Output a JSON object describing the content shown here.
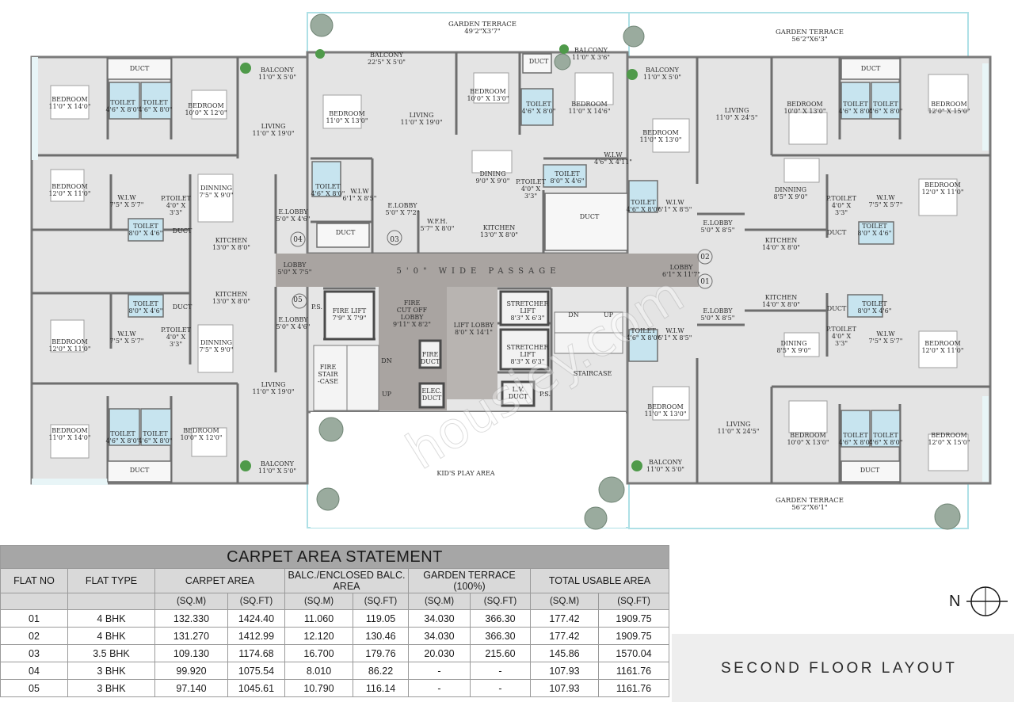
{
  "plan": {
    "rooms": {
      "duct_a": "DUCT",
      "bedroom_a": [
        "BEDROOM",
        "11'0\" X 14'0\""
      ],
      "toilet_a1": [
        "TOILET",
        "4'6\" X 8'0\""
      ],
      "toilet_a2": [
        "TOILET",
        "4'6\" X 8'0\""
      ],
      "bedroom_b": [
        "BEDROOM",
        "10'0\" X 12'0\""
      ],
      "balcony_a": [
        "BALCONY",
        "11'0\" X 5'0\""
      ],
      "living_a": [
        "LIVING",
        "11'0\" X 19'0\""
      ],
      "bedroom_c": [
        "BEDROOM",
        "12'0\" X 11'0\""
      ],
      "wiw_a": [
        "W.I.W",
        "7'5\" X 5'7\""
      ],
      "ptoilet_a": [
        "P.TOILET",
        "4'0\" X",
        "3'3\""
      ],
      "dining_a": [
        "DINNING",
        "7'5\" X 9'0\""
      ],
      "toilet_a3": [
        "TOILET",
        "8'0\" X 4'6\""
      ],
      "duct_a2": "DUCT",
      "kitchen_a": [
        "KITCHEN",
        "13'0\" X 8'0\""
      ],
      "elobby_a": [
        "E.LOBBY",
        "5'0\" X 4'6\""
      ],
      "num_04": "04",
      "lobby_a": [
        "LOBBY",
        "5'0\" X 7'5\""
      ],
      "kitchen_b": [
        "KITCHEN",
        "13'0\" X 8'0\""
      ],
      "num_05": "05",
      "elobby_b": [
        "E.LOBBY",
        "5'0\" X 4'6\""
      ],
      "toilet_b3": [
        "TOILET",
        "8'0\" X 4'6\""
      ],
      "duct_b2": "DUCT",
      "bedroom_d": [
        "BEDROOM",
        "12'0\" X 11'0\""
      ],
      "wiw_b": [
        "W.I.W",
        "7'5\" X 5'7\""
      ],
      "ptoilet_b": [
        "P.TOILET",
        "4'0\" X",
        "3'3\""
      ],
      "dining_b": [
        "DINNING",
        "7'5\" X 9'0\""
      ],
      "living_b": [
        "LIVING",
        "11'0\" X 19'0\""
      ],
      "bedroom_e": [
        "BEDROOM",
        "11'0\" X 14'0\""
      ],
      "toilet_b1": [
        "TOILET",
        "4'6\" X 8'0\""
      ],
      "toilet_b2": [
        "TOILET",
        "4'6\" X 8'0\""
      ],
      "bedroom_f": [
        "BEDROOM",
        "10'0\" X 12'0\""
      ],
      "balcony_b": [
        "BALCONY",
        "11'0\" X 5'0\""
      ],
      "duct_b": "DUCT",
      "garden_top_c": [
        "GARDEN TERRACE",
        "49'2\"X3'7\""
      ],
      "balcony_c": [
        "BALCONY",
        "22'5\" X 5'0\""
      ],
      "bedroom_g": [
        "BEDROOM",
        "11'0\" X 13'0\""
      ],
      "living_c": [
        "LIVING",
        "11'0\" X 19'0\""
      ],
      "bedroom_h": [
        "BEDROOM",
        "10'0\" X 13'0\""
      ],
      "duct_c": "DUCT",
      "toilet_c1": [
        "TOILET",
        "4'6\" X 8'0\""
      ],
      "balcony_d": [
        "BALCONY",
        "11'0\" X 3'6\""
      ],
      "bedroom_i": [
        "BEDROOM",
        "11'0\" X 14'6\""
      ],
      "wiw_c": [
        "W.I.W",
        "4'6\" X 4'11\""
      ],
      "toilet_c2": [
        "TOILET",
        "4'6\" X 8'0\""
      ],
      "wiw_d": [
        "W.I.W",
        "6'1\" X 8'5\""
      ],
      "elobby_c": [
        "E.LOBBY",
        "5'0\" X 7'2\""
      ],
      "wfh": [
        "W.F.H.",
        "5'7\" X 8'0\""
      ],
      "dining_c": [
        "DINING",
        "9'0\" X 9'0\""
      ],
      "ptoilet_c": [
        "P.TOILET",
        "4'0\" X",
        "3'3\""
      ],
      "toilet_c3": [
        "TOILET",
        "8'0\" X 4'6\""
      ],
      "kitchen_c": [
        "KITCHEN",
        "13'0\" X 8'0\""
      ],
      "duct_c2": "DUCT",
      "duct_c3": "DUCT",
      "num_03": "03",
      "passage": "5'0\" WIDE PASSAGE",
      "fire_lift": [
        "FIRE LIFT",
        "7'9\" X 7'9\""
      ],
      "fire_cutoff": [
        "FIRE",
        "CUT OFF",
        "LOBBY",
        "9'11\" X 8'2\""
      ],
      "ps_a": "P.S.",
      "lift_lobby": [
        "LIFT LOBBY",
        "8'0\" X 14'1\""
      ],
      "stretcher_1": [
        "STRETCHER",
        "LIFT",
        "8'3\" X 6'3\""
      ],
      "stretcher_2": [
        "STRETCHER",
        "LIFT",
        "8'3\" X 6'3\""
      ],
      "fire_stair": [
        "FIRE",
        "STAIR",
        "-CASE"
      ],
      "dn_a": "DN",
      "up_a": "UP",
      "fire_duct": [
        "FIRE",
        "DUCT"
      ],
      "elec_duct": [
        "ELEC.",
        "DUCT"
      ],
      "lv_duct": [
        "L.V.",
        "DUCT"
      ],
      "ps_b": "P.S.",
      "dn_b": "DN",
      "up_b": "UP",
      "staircase": "STAIRCASE",
      "kids_play": "KID'S PLAY AREA",
      "garden_top_r": [
        "GARDEN TERRACE",
        "56'2\"X6'3\""
      ],
      "balcony_e": [
        "BALCONY",
        "11'0\" X 5'0\""
      ],
      "living_d": [
        "LIVING",
        "11'0\" X 24'5\""
      ],
      "bedroom_j": [
        "BEDROOM",
        "10'0\" X 13'0\""
      ],
      "duct_r1": "DUCT",
      "toilet_r1": [
        "TOILET",
        "4'6\" X 8'0\""
      ],
      "toilet_r2": [
        "TOILET",
        "4'6\" X 8'0\""
      ],
      "bedroom_k": [
        "BEDROOM",
        "12'0\" X 15'0\""
      ],
      "bedroom_l": [
        "BEDROOM",
        "11'0\" X 13'0\""
      ],
      "toilet_r3": [
        "TOILET",
        "4'6\" X 8'0\""
      ],
      "wiw_e": [
        "W.I.W",
        "6'1\" X 8'5\""
      ],
      "dining_d": [
        "DINNING",
        "8'5\" X 9'0\""
      ],
      "ptoilet_d": [
        "P.TOILET",
        "4'0\" X",
        "3'3\""
      ],
      "wiw_f": [
        "W.I.W",
        "7'5\" X 5'7\""
      ],
      "bedroom_m": [
        "BEDROOM",
        "12'0\" X 11'0\""
      ],
      "elobby_d": [
        "E.LOBBY",
        "5'0\" X 8'5\""
      ],
      "kitchen_d": [
        "KITCHEN",
        "14'0\" X 8'0\""
      ],
      "duct_r2": "DUCT",
      "toilet_r4": [
        "TOILET",
        "8'0\" X 4'6\""
      ],
      "num_02": "02",
      "lobby_b": [
        "LOBBY",
        "6'1\" X 11'7\""
      ],
      "num_01": "01",
      "kitchen_e": [
        "KITCHEN",
        "14'0\" X 8'0\""
      ],
      "elobby_e": [
        "E.LOBBY",
        "5'0\" X 8'5\""
      ],
      "duct_r3": "DUCT",
      "toilet_r5": [
        "TOILET",
        "8'0\" X 4'6\""
      ],
      "wiw_g": [
        "W.I.W",
        "6'1\" X 8'5\""
      ],
      "toilet_r6": [
        "TOILET",
        "4'6\" X 8'0\""
      ],
      "ptoilet_e": [
        "P.TOILET",
        "4'0\" X",
        "3'3\""
      ],
      "dining_e": [
        "DINING",
        "8'5\" X 9'0\""
      ],
      "wiw_h": [
        "W.I.W",
        "7'5\" X 5'7\""
      ],
      "bedroom_n": [
        "BEDROOM",
        "12'0\" X 11'0\""
      ],
      "bedroom_o": [
        "BEDROOM",
        "11'0\" X 13'0\""
      ],
      "living_e": [
        "LIVING",
        "11'0\" X 24'5\""
      ],
      "bedroom_p": [
        "BEDROOM",
        "10'0\" X 13'0\""
      ],
      "toilet_r7": [
        "TOILET",
        "4'6\" X 8'0\""
      ],
      "toilet_r8": [
        "TOILET",
        "4'6\" X 8'0\""
      ],
      "bedroom_q": [
        "BEDROOM",
        "12'0\" X 15'0\""
      ],
      "balcony_f": [
        "BALCONY",
        "11'0\" X 5'0\""
      ],
      "duct_r4": "DUCT",
      "garden_bot_r": [
        "GARDEN TERRACE",
        "56'2\"X6'1\""
      ]
    },
    "watermark": "housiey.com"
  },
  "statement": {
    "title": "CARPET AREA STATEMENT",
    "headers": [
      "FLAT NO",
      "FLAT TYPE",
      "CARPET AREA",
      "BALC./ENCLOSED BALC. AREA",
      "GARDEN TERRACE (100%)",
      "TOTAL USABLE AREA"
    ],
    "units": [
      "(SQ.M)",
      "(SQ.FT)",
      "(SQ.M)",
      "(SQ.FT)",
      "(SQ.M)",
      "(SQ.FT)",
      "(SQ.M)",
      "(SQ.FT)"
    ],
    "rows": [
      [
        "01",
        "4 BHK",
        "132.330",
        "1424.40",
        "11.060",
        "119.05",
        "34.030",
        "366.30",
        "177.42",
        "1909.75"
      ],
      [
        "02",
        "4 BHK",
        "131.270",
        "1412.99",
        "12.120",
        "130.46",
        "34.030",
        "366.30",
        "177.42",
        "1909.75"
      ],
      [
        "03",
        "3.5 BHK",
        "109.130",
        "1174.68",
        "16.700",
        "179.76",
        "20.030",
        "215.60",
        "145.86",
        "1570.04"
      ],
      [
        "04",
        "3 BHK",
        "99.920",
        "1075.54",
        "8.010",
        "86.22",
        "-",
        "-",
        "107.93",
        "1161.76"
      ],
      [
        "05",
        "3 BHK",
        "97.140",
        "1045.61",
        "10.790",
        "116.14",
        "-",
        "-",
        "107.93",
        "1161.76"
      ]
    ]
  },
  "north_label": "N",
  "layout_title": "SECOND FLOOR LAYOUT",
  "colors": {
    "floor": "#dcdcdc",
    "wall": "#6e6e6e",
    "passage": "#a9a4a1",
    "toilet": "#c7e4ef",
    "terrace": "#aee0e6",
    "tree": "#8aa08f",
    "plant": "#4f9a4a"
  }
}
